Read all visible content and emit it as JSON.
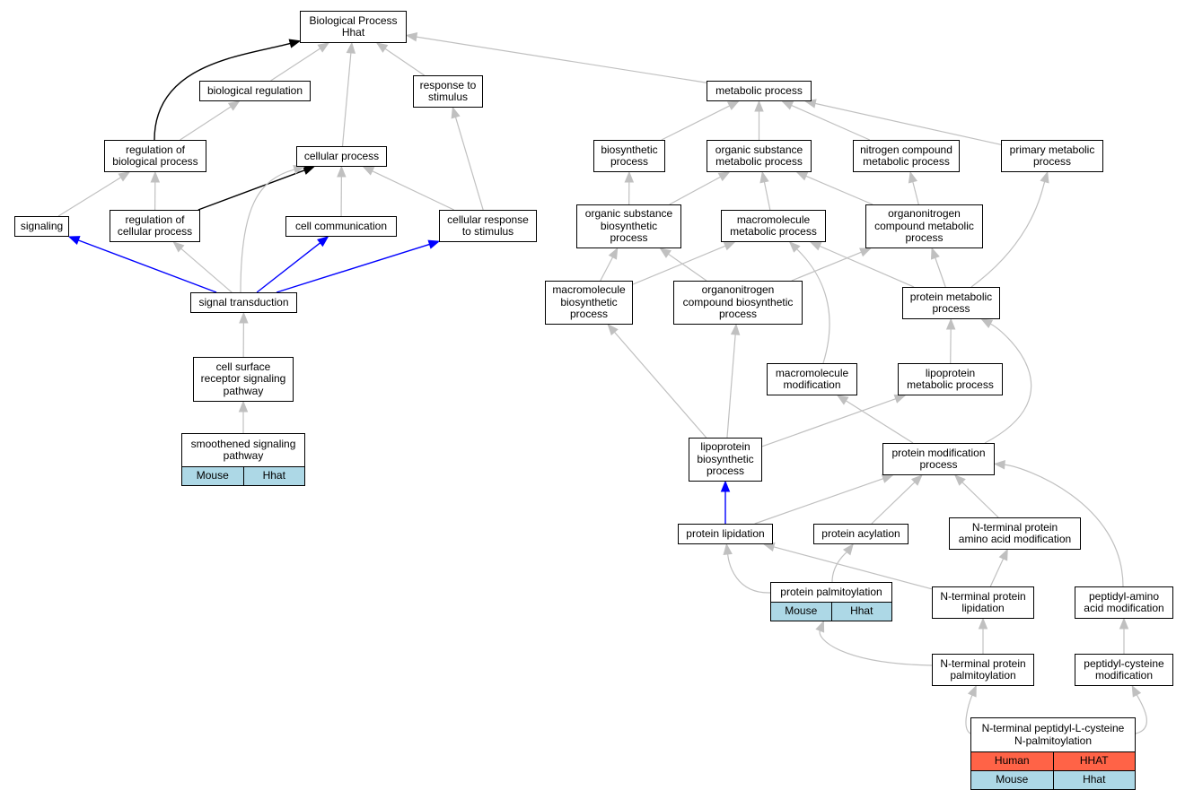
{
  "colors": {
    "is_a": "#c0c0c0",
    "part_of": "#0000ff",
    "regulates": "#000000",
    "mouse": "#add8e6",
    "human": "#ff6347"
  },
  "nodes": {
    "bp": {
      "lines": [
        "Biological Process",
        "Hhat"
      ]
    },
    "bioreg": {
      "lines": [
        "biological regulation"
      ]
    },
    "respstim": {
      "lines": [
        "response to",
        "stimulus"
      ]
    },
    "metab": {
      "lines": [
        "metabolic process"
      ]
    },
    "regbio": {
      "lines": [
        "regulation of",
        "biological process"
      ]
    },
    "cellproc": {
      "lines": [
        "cellular process"
      ]
    },
    "biosyn": {
      "lines": [
        "biosynthetic",
        "process"
      ]
    },
    "orgsub": {
      "lines": [
        "organic substance",
        "metabolic process"
      ]
    },
    "nitro": {
      "lines": [
        "nitrogen compound",
        "metabolic process"
      ]
    },
    "primary": {
      "lines": [
        "primary metabolic",
        "process"
      ]
    },
    "signaling": {
      "lines": [
        "signaling"
      ]
    },
    "regcell": {
      "lines": [
        "regulation of",
        "cellular process"
      ]
    },
    "cellcomm": {
      "lines": [
        "cell communication"
      ]
    },
    "cellresp": {
      "lines": [
        "cellular response",
        "to stimulus"
      ]
    },
    "orgbiosyn": {
      "lines": [
        "organic substance",
        "biosynthetic",
        "process"
      ]
    },
    "macrometab": {
      "lines": [
        "macromolecule",
        "metabolic process"
      ]
    },
    "orgnitro": {
      "lines": [
        "organonitrogen",
        "compound metabolic",
        "process"
      ]
    },
    "sigtrans": {
      "lines": [
        "signal transduction"
      ]
    },
    "macrobiosyn": {
      "lines": [
        "macromolecule",
        "biosynthetic",
        "process"
      ]
    },
    "orgnitrobiosyn": {
      "lines": [
        "organonitrogen",
        "compound biosynthetic",
        "process"
      ]
    },
    "protmetab": {
      "lines": [
        "protein metabolic",
        "process"
      ]
    },
    "cellsurf": {
      "lines": [
        "cell surface",
        "receptor signaling",
        "pathway"
      ]
    },
    "macromod": {
      "lines": [
        "macromolecule",
        "modification"
      ]
    },
    "lipometab": {
      "lines": [
        "lipoprotein",
        "metabolic process"
      ]
    },
    "smooth": {
      "lines": [
        "smoothened signaling",
        "pathway"
      ],
      "rows": [
        {
          "type": "mouse",
          "cells": [
            "Mouse",
            "Hhat"
          ]
        }
      ]
    },
    "lipobiosyn": {
      "lines": [
        "lipoprotein",
        "biosynthetic",
        "process"
      ]
    },
    "protmod": {
      "lines": [
        "protein modification",
        "process"
      ]
    },
    "protlip": {
      "lines": [
        "protein lipidation"
      ]
    },
    "protacyl": {
      "lines": [
        "protein acylation"
      ]
    },
    "ntermaa": {
      "lines": [
        "N-terminal protein",
        "amino acid modification"
      ]
    },
    "protpalm": {
      "lines": [
        "protein palmitoylation"
      ],
      "rows": [
        {
          "type": "mouse",
          "cells": [
            "Mouse",
            "Hhat"
          ]
        }
      ]
    },
    "ntermlip": {
      "lines": [
        "N-terminal protein",
        "lipidation"
      ]
    },
    "peptaa": {
      "lines": [
        "peptidyl-amino",
        "acid modification"
      ]
    },
    "ntermpalm": {
      "lines": [
        "N-terminal protein",
        "palmitoylation"
      ]
    },
    "peptcys": {
      "lines": [
        "peptidyl-cysteine",
        "modification"
      ]
    },
    "ntermcys": {
      "lines": [
        "N-terminal peptidyl-L-cysteine",
        "N-palmitoylation"
      ],
      "rows": [
        {
          "type": "human",
          "cells": [
            "Human",
            "HHAT"
          ]
        },
        {
          "type": "mouse",
          "cells": [
            "Mouse",
            "Hhat"
          ]
        }
      ]
    }
  },
  "edges": [
    {
      "from": "bioreg",
      "to": "bp",
      "type": "is_a"
    },
    {
      "from": "respstim",
      "to": "bp",
      "type": "is_a"
    },
    {
      "from": "metab",
      "to": "bp",
      "type": "is_a"
    },
    {
      "from": "regbio",
      "to": "bp",
      "type": "regulates"
    },
    {
      "from": "regbio",
      "to": "bioreg",
      "type": "is_a"
    },
    {
      "from": "cellproc",
      "to": "bp",
      "type": "is_a"
    },
    {
      "from": "biosyn",
      "to": "metab",
      "type": "is_a"
    },
    {
      "from": "orgsub",
      "to": "metab",
      "type": "is_a"
    },
    {
      "from": "nitro",
      "to": "metab",
      "type": "is_a"
    },
    {
      "from": "primary",
      "to": "metab",
      "type": "is_a"
    },
    {
      "from": "signaling",
      "to": "regbio",
      "type": "is_a"
    },
    {
      "from": "regcell",
      "to": "regbio",
      "type": "is_a"
    },
    {
      "from": "regcell",
      "to": "cellproc",
      "type": "regulates"
    },
    {
      "from": "cellcomm",
      "to": "cellproc",
      "type": "is_a"
    },
    {
      "from": "cellresp",
      "to": "cellproc",
      "type": "is_a"
    },
    {
      "from": "cellresp",
      "to": "respstim",
      "type": "is_a"
    },
    {
      "from": "orgbiosyn",
      "to": "biosyn",
      "type": "is_a"
    },
    {
      "from": "orgbiosyn",
      "to": "orgsub",
      "type": "is_a"
    },
    {
      "from": "macrometab",
      "to": "orgsub",
      "type": "is_a"
    },
    {
      "from": "orgnitro",
      "to": "orgsub",
      "type": "is_a"
    },
    {
      "from": "orgnitro",
      "to": "nitro",
      "type": "is_a"
    },
    {
      "from": "sigtrans",
      "to": "signaling",
      "type": "part_of"
    },
    {
      "from": "sigtrans",
      "to": "regcell",
      "type": "is_a"
    },
    {
      "from": "sigtrans",
      "to": "cellproc",
      "type": "is_a"
    },
    {
      "from": "sigtrans",
      "to": "cellcomm",
      "type": "part_of"
    },
    {
      "from": "sigtrans",
      "to": "cellresp",
      "type": "part_of"
    },
    {
      "from": "macrobiosyn",
      "to": "orgbiosyn",
      "type": "is_a"
    },
    {
      "from": "macrobiosyn",
      "to": "macrometab",
      "type": "is_a"
    },
    {
      "from": "orgnitrobiosyn",
      "to": "orgbiosyn",
      "type": "is_a"
    },
    {
      "from": "orgnitrobiosyn",
      "to": "orgnitro",
      "type": "is_a"
    },
    {
      "from": "protmetab",
      "to": "macrometab",
      "type": "is_a"
    },
    {
      "from": "protmetab",
      "to": "orgnitro",
      "type": "is_a"
    },
    {
      "from": "protmetab",
      "to": "primary",
      "type": "is_a"
    },
    {
      "from": "cellsurf",
      "to": "sigtrans",
      "type": "is_a"
    },
    {
      "from": "macromod",
      "to": "macrometab",
      "type": "is_a"
    },
    {
      "from": "lipometab",
      "to": "protmetab",
      "type": "is_a"
    },
    {
      "from": "smooth",
      "to": "cellsurf",
      "type": "is_a"
    },
    {
      "from": "lipobiosyn",
      "to": "macrobiosyn",
      "type": "is_a"
    },
    {
      "from": "lipobiosyn",
      "to": "orgnitrobiosyn",
      "type": "is_a"
    },
    {
      "from": "lipobiosyn",
      "to": "lipometab",
      "type": "is_a"
    },
    {
      "from": "protmod",
      "to": "macromod",
      "type": "is_a"
    },
    {
      "from": "protmod",
      "to": "protmetab",
      "type": "is_a"
    },
    {
      "from": "protlip",
      "to": "lipobiosyn",
      "type": "part_of"
    },
    {
      "from": "protlip",
      "to": "protmod",
      "type": "is_a"
    },
    {
      "from": "protacyl",
      "to": "protmod",
      "type": "is_a"
    },
    {
      "from": "ntermaa",
      "to": "protmod",
      "type": "is_a"
    },
    {
      "from": "protpalm",
      "to": "protlip",
      "type": "is_a"
    },
    {
      "from": "protpalm",
      "to": "protacyl",
      "type": "is_a"
    },
    {
      "from": "ntermlip",
      "to": "protlip",
      "type": "is_a"
    },
    {
      "from": "ntermlip",
      "to": "ntermaa",
      "type": "is_a"
    },
    {
      "from": "peptaa",
      "to": "protmod",
      "type": "is_a"
    },
    {
      "from": "ntermpalm",
      "to": "protpalm",
      "type": "is_a"
    },
    {
      "from": "ntermpalm",
      "to": "ntermlip",
      "type": "is_a"
    },
    {
      "from": "peptcys",
      "to": "peptaa",
      "type": "is_a"
    },
    {
      "from": "ntermcys",
      "to": "ntermpalm",
      "type": "is_a"
    },
    {
      "from": "ntermcys",
      "to": "peptcys",
      "type": "is_a"
    }
  ]
}
